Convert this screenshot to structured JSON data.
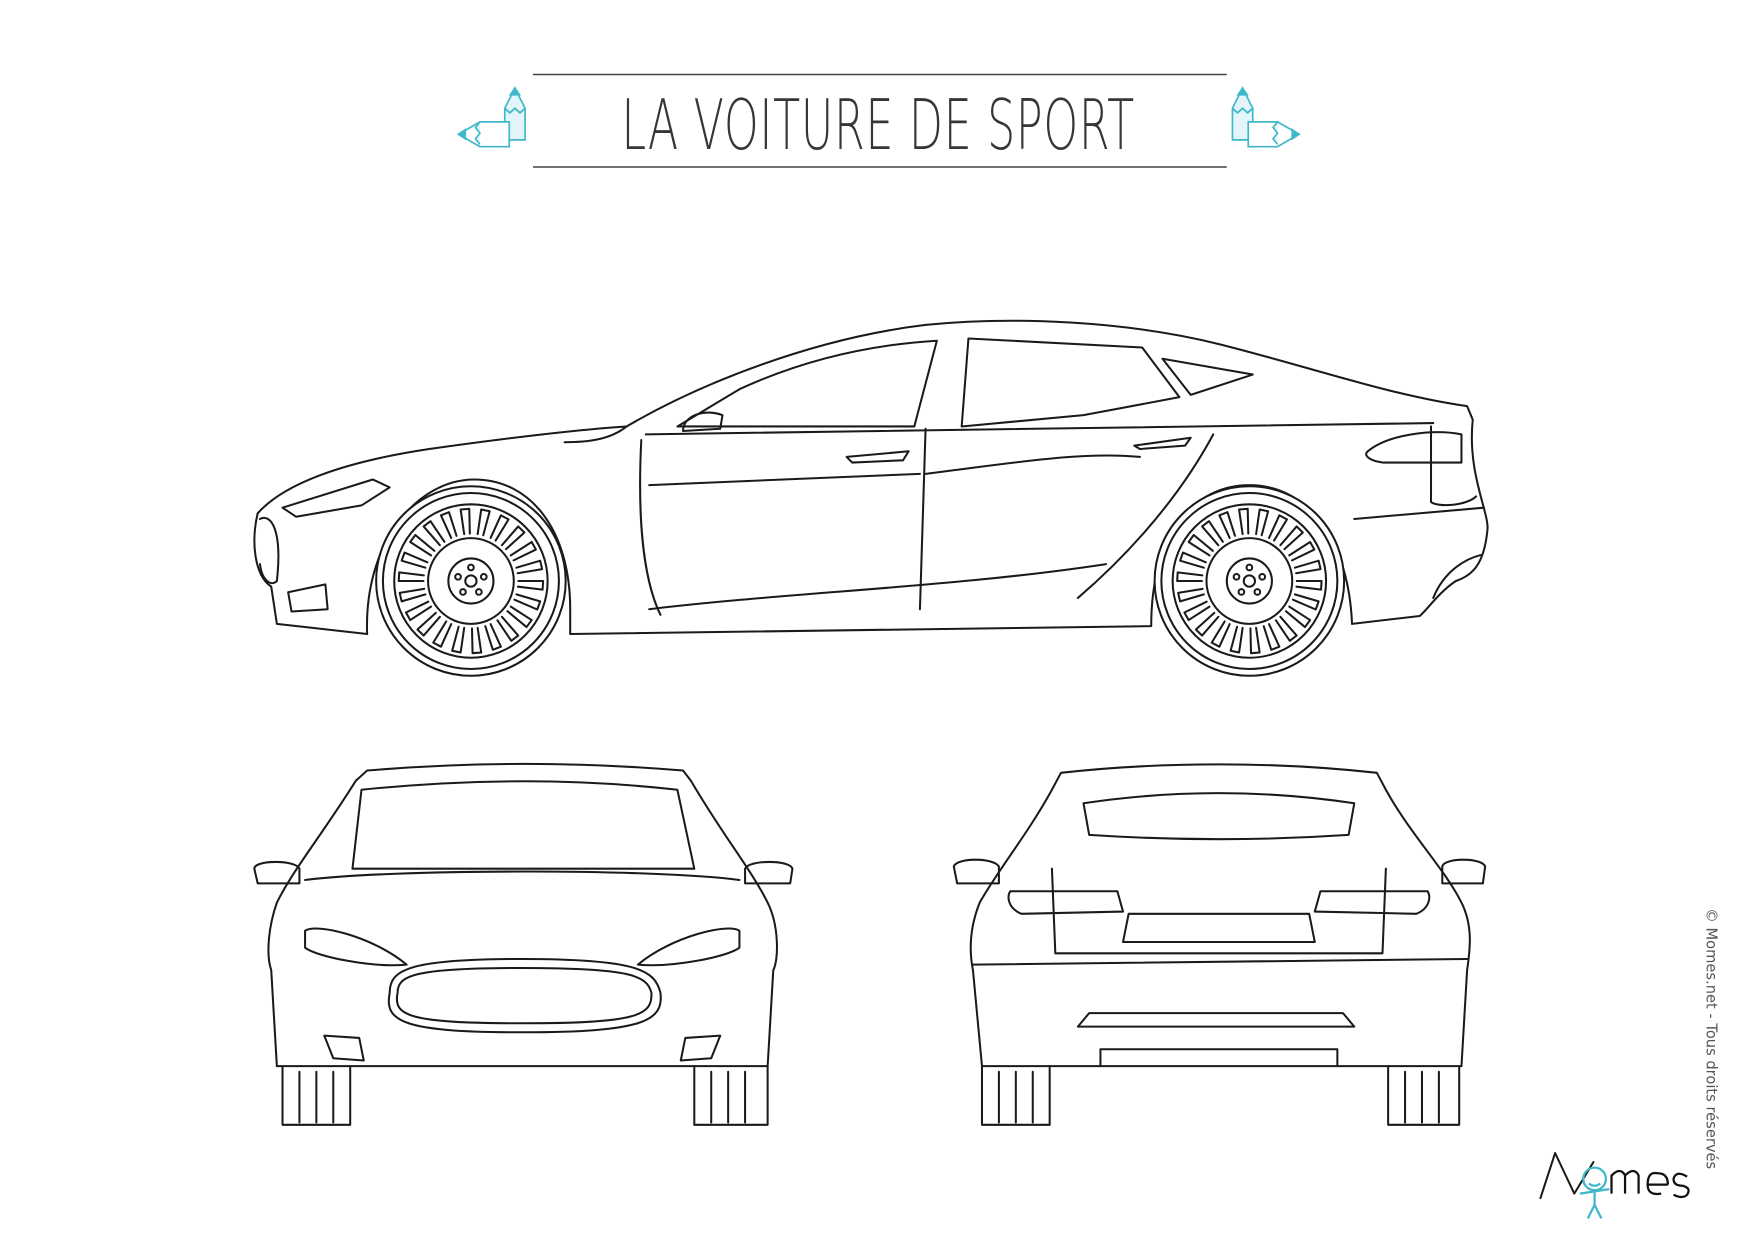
{
  "header": {
    "title": "LA VOITURE DE SPORT"
  },
  "footer": {
    "copyright": "© Momes.net - Tous droits réservés",
    "logo_text": "Momes"
  },
  "colors": {
    "accent": "#3fb8c9",
    "ink": "#1a1a1a",
    "title": "#3a3535"
  },
  "illustrations": {
    "side": "side-view",
    "front": "front-view",
    "rear": "rear-view"
  }
}
